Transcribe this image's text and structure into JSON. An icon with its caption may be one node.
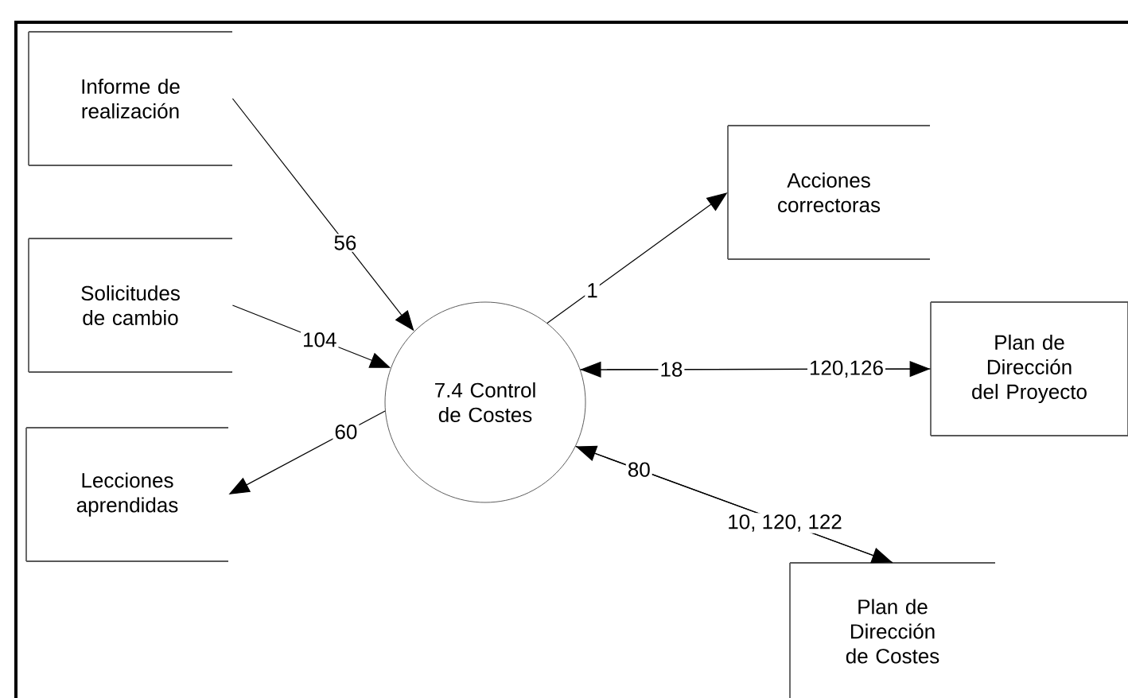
{
  "diagram": {
    "nodes": [
      {
        "text": [
          "Informe de realización"
        ]
      },
      {
        "text": [
          "Solicitudes de cambio"
        ]
      },
      {
        "text": [
          "Lecciones aprendidas"
        ]
      },
      {
        "text": [
          "7.4 Control de Costes"
        ]
      },
      {
        "text": [
          "Acciones correctoras"
        ]
      },
      {
        "text": [
          "Plan de Dirección del Proyecto"
        ]
      },
      {
        "text": [
          "Plan de Dirección de Costes"
        ]
      }
    ],
    "edges": [
      {
        "from": 0,
        "to": 3,
        "arrow": "to",
        "label": "56"
      },
      {
        "from": 1,
        "to": 3,
        "arrow": "to",
        "label": "104"
      },
      {
        "from": 3,
        "to": 2,
        "arrow": "to",
        "label": "60"
      },
      {
        "from": 3,
        "to": 4,
        "arrow": "to",
        "label": "1"
      },
      {
        "from": 5,
        "to": 3,
        "arrow": "to",
        "label": "18"
      },
      {
        "from": 3,
        "to": 5,
        "arrow": "to",
        "label": "120,126"
      },
      {
        "from": 6,
        "to": 3,
        "arrow": "to",
        "label": "80"
      },
      {
        "from": 3,
        "to": 6,
        "arrow": "to",
        "label": "10, 120, 122"
      }
    ]
  }
}
